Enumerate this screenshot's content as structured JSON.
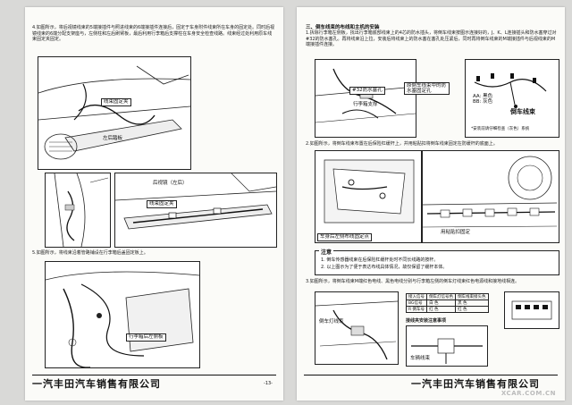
{
  "left_page": {
    "step4_text": "4.如图所示，将后视镜线束的5端接插件与照进线束的6端接插件连接后，固定于车身附件线束所在车身的固定处。同时后视镜线束的6端分配支架座与，左侧柱和左后刷臂板，最后利用行李箱后支撑柱在车身安全检查线路。线束经过处利用原车线束固定夹固定。",
    "fig1_labels": {
      "clamp": "线束固定夹",
      "panel": "左后踏板"
    },
    "fig2_labels": {
      "cover": "后视镜（左后）",
      "clamp": "线束固定夹"
    },
    "step5_text": "5.如图所示，将线束沿着管路铺设在行李箱后盖固定板上。",
    "fig4_labels": {
      "trunk": "行李箱后左侧板"
    },
    "footer_company": "一汽丰田汽车销售有限公司",
    "footer_page": "-13-"
  },
  "right_page": {
    "section_title": "三、倒车线束的布线和主机的安装",
    "step1_text": "1.拆除行李箱左侧板，找出行李箱底部线束上的4芯的防水插头，将倒车线束按图示连接好的，J、K、L连接插头和防水塞穿过对#32的防水塞孔。再将线束沿上拉，安装后将线束上的防水塞在塞孔处压紧后，同时再将倒车线束的M端接插件与后视线束的M端接插件连接。",
    "fig1_labels": {
      "plug": "原倒车线束中的防水塞固定孔",
      "hole": "#32防水塞孔",
      "clamp": "行李箱支撑"
    },
    "legend": {
      "key1": "AA: 黑色",
      "key2": "BB: 灰色",
      "harness": "倒车线束",
      "note": "*安装前请仔细检查（灰色）系统"
    },
    "step2_text": "2.如图所示，将倒车线束布置在后保险杠缓杆上，并用粘贴扣将倒车线束固定在防缓杆的底面上。",
    "fig2_labels": {
      "inner": "车身后左侧布线固定点",
      "tape": "用粘贴扣固定"
    },
    "note_title": "注意",
    "notes": [
      "1. 倒车传感器线束在后保险杠缓杆处时不同长线路的按杆。",
      "2. 以上图示为了便于表达布线具体情况，故仅保留了缓杆本体。"
    ],
    "step3_text": "3.如图所示，将倒车线束M端红色电线、黑色电线分别与行李箱左侧的倒车灯线束红色电源线和接地线相连。",
    "fig3_labels": {
      "lamp": "倒车灯线束",
      "tap": "车辆线束"
    },
    "wire_table": {
      "headers": [
        "接入信号",
        "倒车灯信号色",
        "倒车线束接头色"
      ],
      "rows": [
        [
          "BG信号",
          "白 色",
          "黑 色"
        ],
        [
          "R 倒车号",
          "红 色",
          "红 色"
        ]
      ]
    },
    "wire_note": "接线夹安装注意事项",
    "watermark": "XCAR.COM.CN"
  }
}
